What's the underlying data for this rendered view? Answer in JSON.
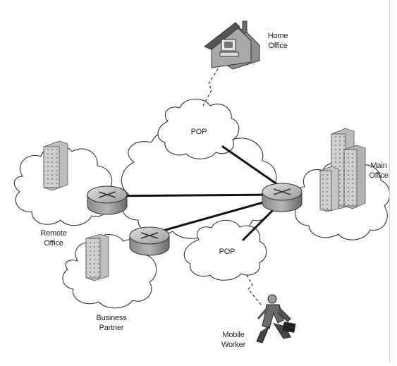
{
  "labels": {
    "home_office": [
      "Home",
      "Office"
    ],
    "main_office": [
      "Main",
      "Office"
    ],
    "remote_office": [
      "Remote",
      "Office"
    ],
    "business_partner": [
      "Business",
      "Partner"
    ],
    "mobile_worker": [
      "Mobile",
      "Worker"
    ],
    "pop_top": "POP",
    "pop_bottom": "POP"
  },
  "colors": {
    "cloud_fill": "#ffffff",
    "cloud_stroke": "#333333",
    "building_fill": "#d4d4d4",
    "building_shade": "#a9a9a9",
    "router_top": "#bdbdbd",
    "router_side": "#7a7a7a",
    "link": "#111111"
  }
}
